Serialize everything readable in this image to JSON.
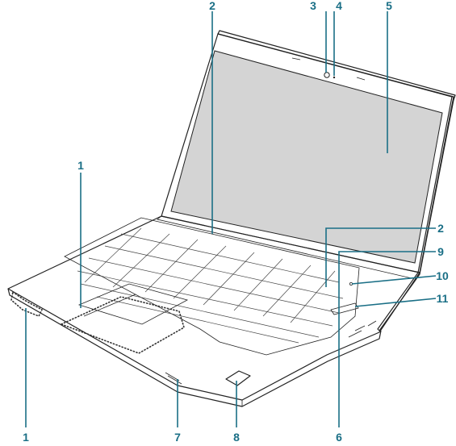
{
  "callouts": [
    {
      "id": "c1a",
      "label": "1"
    },
    {
      "id": "c1b",
      "label": "1"
    },
    {
      "id": "c2a",
      "label": "2"
    },
    {
      "id": "c2b",
      "label": "2"
    },
    {
      "id": "c3",
      "label": "3"
    },
    {
      "id": "c4",
      "label": "4"
    },
    {
      "id": "c5",
      "label": "5"
    },
    {
      "id": "c6",
      "label": "6"
    },
    {
      "id": "c7",
      "label": "7"
    },
    {
      "id": "c8",
      "label": "8"
    },
    {
      "id": "c9",
      "label": "9"
    },
    {
      "id": "c10",
      "label": "10"
    },
    {
      "id": "c11",
      "label": "11"
    }
  ],
  "colors": {
    "callout": "#1a6f86",
    "screen": "#d4d4d4",
    "outline": "#222222"
  }
}
